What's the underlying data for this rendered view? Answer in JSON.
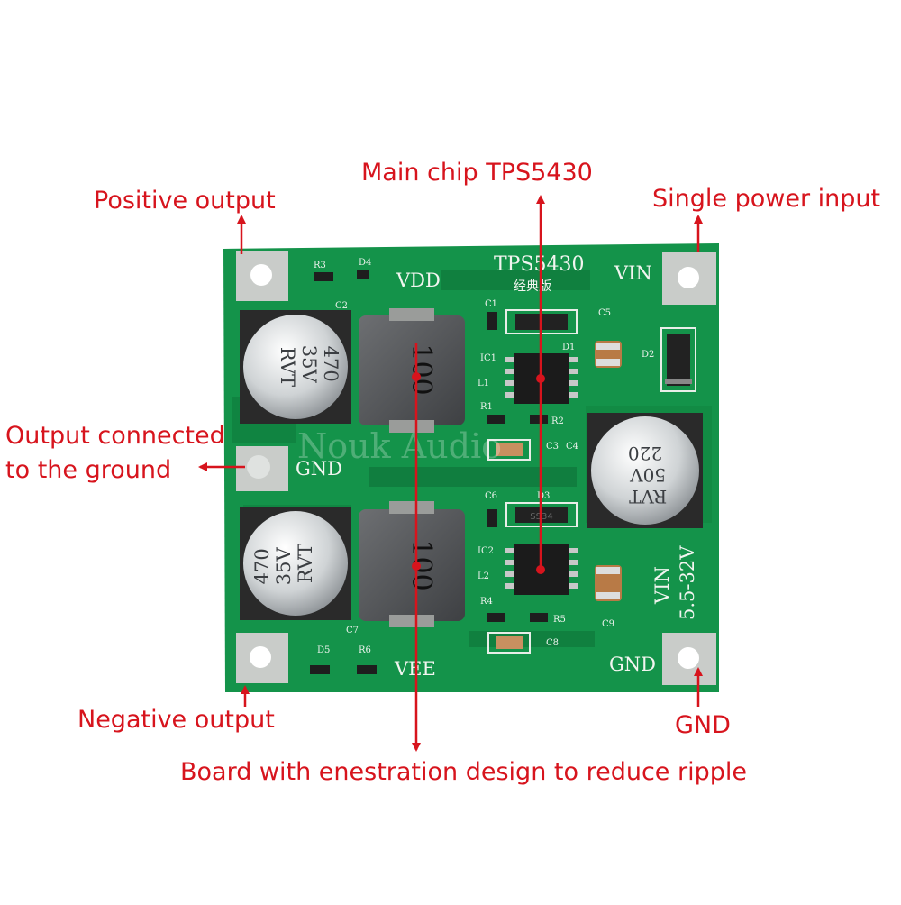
{
  "annotations": {
    "main_chip": "Main chip TPS5430",
    "positive_output": "Positive output",
    "single_power_input": "Single power input",
    "output_ground_line1": "Output connected",
    "output_ground_line2": "to the ground",
    "negative_output": "Negative output",
    "gnd_bottom": "GND",
    "board_design": "Board with enestration design to reduce ripple"
  },
  "silkscreen": {
    "chip_name": "TPS5430",
    "edition": "经典版",
    "vdd": "VDD",
    "vin_top": "VIN",
    "gnd_mid": "GND",
    "vee": "VEE",
    "gnd_right": "GND",
    "vin_side": "VIN",
    "range_side": "5.5-32V",
    "r3": "R3",
    "d4": "D4",
    "c2": "C2",
    "c1": "C1",
    "c5": "C5",
    "ic1": "IC1",
    "l1": "L1",
    "d1": "D1",
    "d2": "D2",
    "r1": "R1",
    "r2": "R2",
    "c3": "C3",
    "c4": "C4",
    "c6": "C6",
    "d3": "D3",
    "ic2": "IC2",
    "l2": "L2",
    "r4": "R4",
    "r5": "R5",
    "c8": "C8",
    "c9": "C9",
    "c7": "C7",
    "d5": "D5",
    "r6": "R6"
  },
  "components": {
    "cap_top_left": [
      "470",
      "35V",
      "RVT"
    ],
    "cap_bottom_left": [
      "470",
      "35V",
      "RVT"
    ],
    "cap_right": [
      "220",
      "50V",
      "RVT"
    ],
    "inductor_marking": "100",
    "diode_marking": "SS34"
  },
  "watermark": "Nouk Audio",
  "colors": {
    "annotation": "#d7141d",
    "pcb": "#14934a",
    "pcb_dark": "#0e7a3c",
    "pad": "#c9ccc9"
  }
}
